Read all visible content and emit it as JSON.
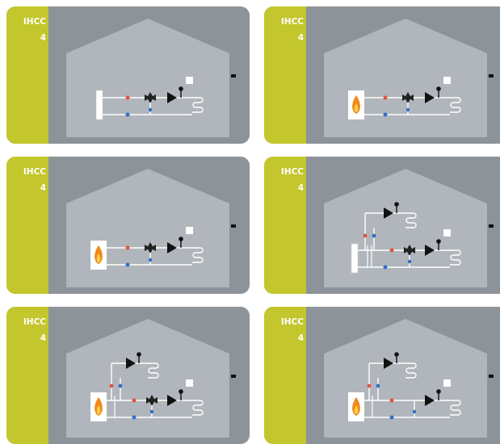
{
  "colors": {
    "panel": "#8c9399",
    "house": "#b0b6bb",
    "strip": "#c3c62c",
    "flow_hot": "#e0533f",
    "flow_cold": "#2f6fc6",
    "pipe": "#ffffff"
  },
  "panels": [
    {
      "name": "panel-1",
      "label_line1": "IHCC",
      "label_line2": "4",
      "source": "boiler",
      "circuits": 1
    },
    {
      "name": "panel-2",
      "label_line1": "IHCC",
      "label_line2": "4",
      "source": "flame",
      "circuits": 1
    },
    {
      "name": "panel-3",
      "label_line1": "IHCC",
      "label_line2": "4",
      "source": "flame",
      "circuits": 1
    },
    {
      "name": "panel-4",
      "label_line1": "IHCC",
      "label_line2": "4",
      "source": "boiler",
      "circuits": 2
    },
    {
      "name": "panel-5",
      "label_line1": "IHCC",
      "label_line2": "4",
      "source": "flame",
      "circuits": 2
    },
    {
      "name": "panel-6",
      "label_line1": "IHCC",
      "label_line2": "4",
      "source": "flame",
      "circuits": 2
    }
  ]
}
